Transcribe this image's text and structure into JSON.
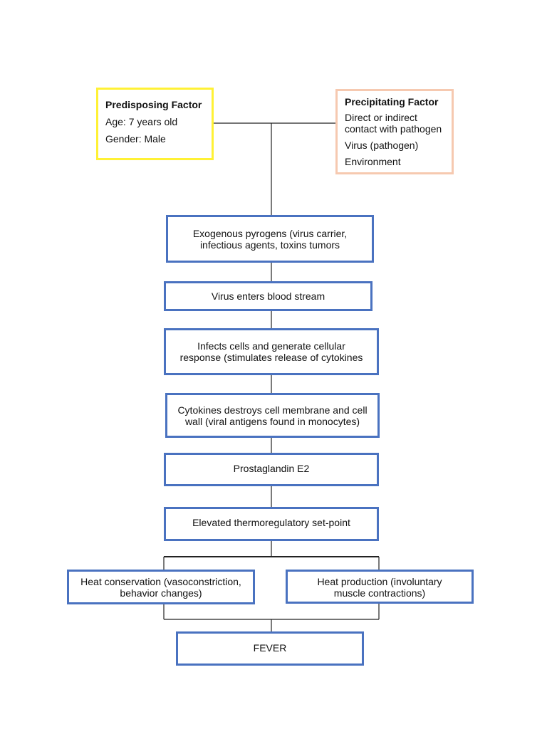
{
  "predisposing": {
    "title": "Predisposing Factor",
    "items": [
      "Age: 7 years old",
      "Gender: Male"
    ]
  },
  "precipitating": {
    "title": "Precipitating Factor",
    "items": [
      "Direct or indirect contact with pathogen",
      "Virus (pathogen)",
      "Environment"
    ]
  },
  "flow": {
    "exogenous": "Exogenous pyrogens (virus carrier, infectious agents, toxins tumors",
    "virus_enters": "Virus enters blood stream",
    "infects": "Infects cells and generate cellular response (stimulates release of cytokines",
    "cytokines": "Cytokines destroys cell membrane and cell wall (viral antigens found in monocytes)",
    "prostaglandin": "Prostaglandin E2",
    "elevated": "Elevated thermoregulatory set-point",
    "heat_conservation": "Heat conservation (vasoconstriction, behavior changes)",
    "heat_production": "Heat production (involuntary muscle contractions)",
    "fever": "FEVER"
  },
  "colors": {
    "flow_border": "#4a72c0",
    "predisposing_border": "#fff135",
    "precipitating_border": "#f6c9b0",
    "connector": "#222222"
  }
}
